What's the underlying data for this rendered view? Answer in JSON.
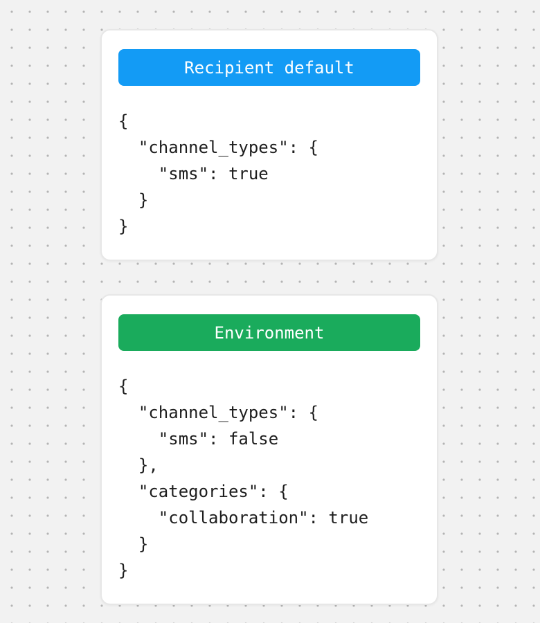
{
  "canvas": {
    "background_color": "#f2f2f2",
    "dot_color": "#b4b4b4"
  },
  "cards": [
    {
      "title": "Recipient default",
      "accent_color": "#139bf5",
      "code": "{\n  \"channel_types\": {\n    \"sms\": true\n  }\n}"
    },
    {
      "title": "Environment",
      "accent_color": "#1aab5c",
      "code": "{\n  \"channel_types\": {\n    \"sms\": false\n  },\n  \"categories\": {\n    \"collaboration\": true\n  }\n}"
    }
  ]
}
